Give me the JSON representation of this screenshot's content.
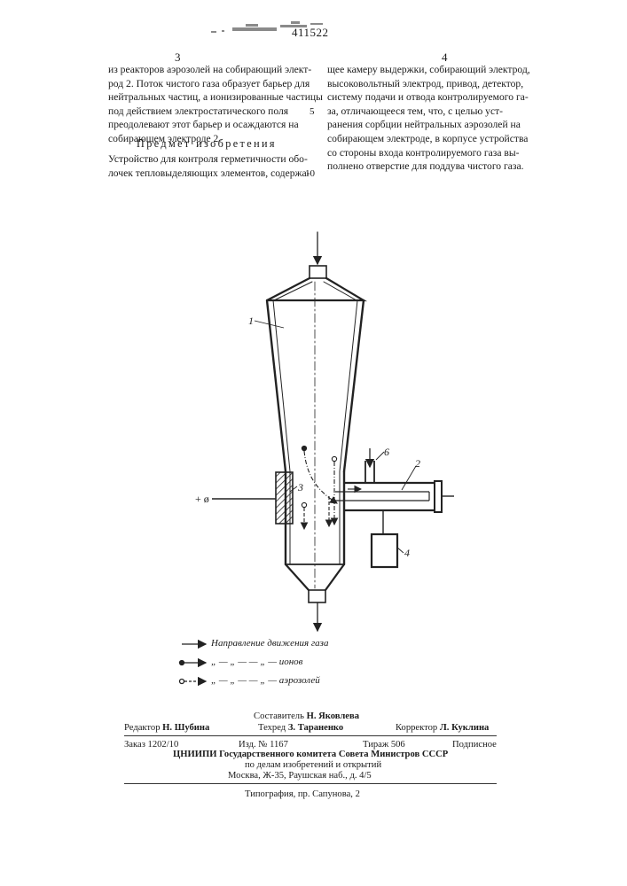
{
  "header": {
    "patent_number": "411522",
    "col_left_number": "3",
    "col_right_number": "4"
  },
  "text": {
    "left_column": [
      "из реакторов аэрозолей на собирающий элект-",
      "род 2. Поток чистого газа образует барьер для",
      "нейтральных частиц, а ионизированные частицы",
      "под действием электростатического поля",
      "преодолевают этот барьер и осаждаются на",
      "собирающем электроде 2."
    ],
    "heading": "Предмет изобретения",
    "left_column_2": [
      "Устройство для контроля герметичности обо-",
      "лочек тепловыделяющих элементов, содержа-"
    ],
    "right_column": [
      "щее камеру выдержки, собирающий электрод,",
      "высоковольтный электрод, привод, детектор,",
      "систему подачи и отвода контролируемого га-",
      "за, отличающееся тем, что, с целью уст-",
      "ранения сорбции нейтральных аэрозолей на",
      "собирающем электроде, в корпусе устройства",
      "со стороны входа контролируемого газа вы-",
      "полнено отверстие для поддува чистого газа."
    ],
    "line_numbers": [
      "5",
      "10"
    ]
  },
  "figure": {
    "labels": [
      "1",
      "2",
      "3",
      "4",
      "6",
      "+ ø"
    ],
    "legend": [
      {
        "text": "Направление движения газа"
      },
      {
        "text": "„ — „ — — „ — ионов"
      },
      {
        "text": "„ — „ — — „ — аэрозолей"
      }
    ]
  },
  "credits": {
    "compiler_label": "Составитель",
    "compiler_name": "Н. Яковлева",
    "editor_label": "Редактор",
    "editor_name": "Н. Шубина",
    "techred_label": "Техред",
    "techred_name": "З. Тараненко",
    "corrector_label": "Корректор",
    "corrector_name": "Л. Куклина",
    "order": "Заказ 1202/10",
    "edition": "Изд. № 1167",
    "print_run": "Тираж 506",
    "subscription": "Подписное",
    "org_line1": "ЦНИИПИ Государственного комитета Совета Министров СССР",
    "org_line2": "по делам изобретений и открытий",
    "address": "Москва, Ж-35, Раушская наб., д. 4/5",
    "typography": "Типография, пр. Сапунова, 2"
  }
}
